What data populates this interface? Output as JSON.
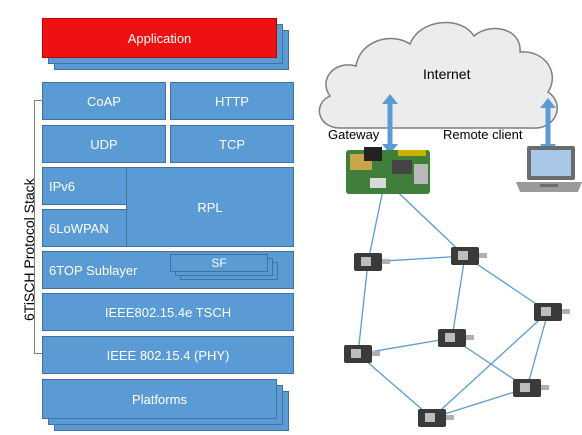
{
  "stack": {
    "title": "6TiSCH Protocol Stack",
    "application": "Application",
    "coap": "CoAP",
    "http": "HTTP",
    "udp": "UDP",
    "tcp": "TCP",
    "ipv6": "IPv6",
    "sixlowpan": "6LoWPAN",
    "rpl": "RPL",
    "sixtop": "6TOP Sublayer",
    "sf": "SF",
    "tsch": "IEEE802.15.4e TSCH",
    "phy": "IEEE 802.15.4 (PHY)",
    "platforms": "Platforms"
  },
  "network": {
    "internet": "Internet",
    "gateway": "Gateway",
    "remote_client": "Remote client",
    "colors": {
      "cloud_fill": "#ececec",
      "cloud_stroke": "#7f7f7f",
      "arrow": "#5b9bd5",
      "link": "#5b9bd5"
    },
    "icons": [
      "cloud-icon",
      "raspberry-pi-gateway-icon",
      "laptop-icon",
      "sensor-node-icon"
    ]
  }
}
